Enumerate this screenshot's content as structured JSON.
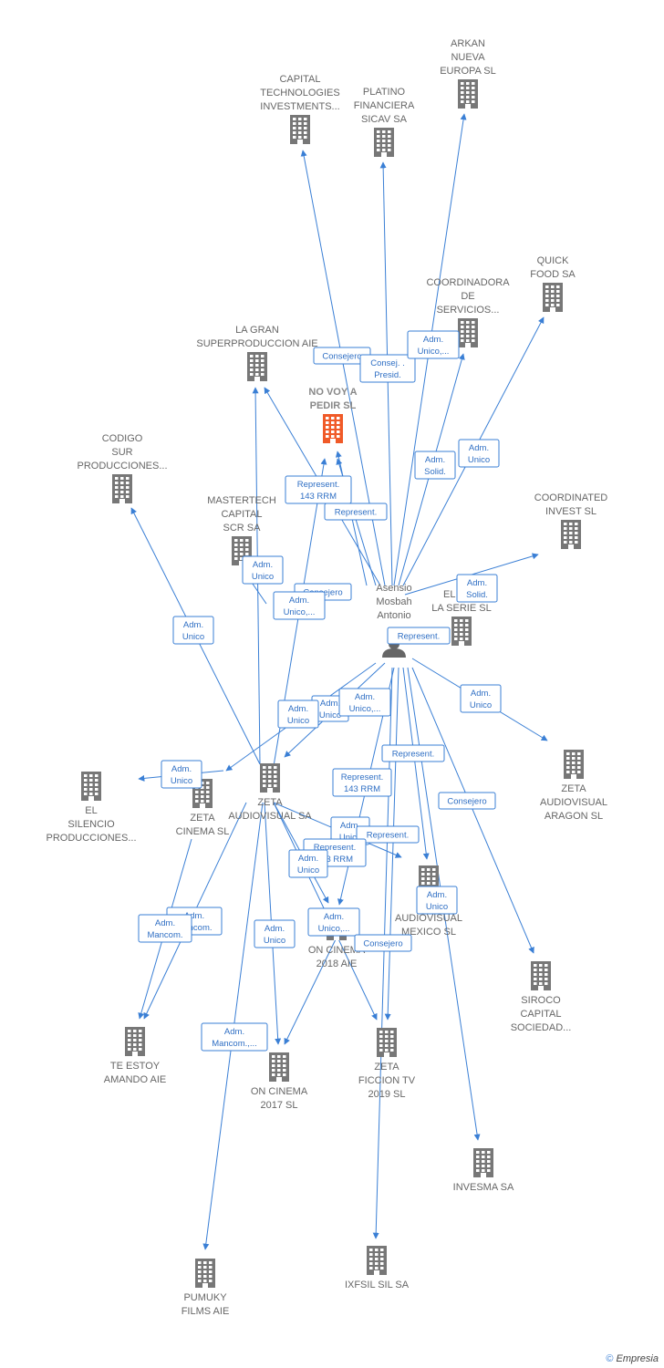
{
  "center": {
    "id": "asensio",
    "lines": [
      "Asensio",
      "Mosbah",
      "Antonio"
    ]
  },
  "companies": [
    {
      "id": "arkan",
      "lines": [
        "ARKAN",
        "NUEVA",
        "EUROPA  SL"
      ],
      "color": "#777777"
    },
    {
      "id": "capital",
      "lines": [
        "CAPITAL",
        "TECHNOLOGIES",
        "INVESTMENTS..."
      ],
      "color": "#777777"
    },
    {
      "id": "platino",
      "lines": [
        "PLATINO",
        "FINANCIERA",
        "SICAV SA"
      ],
      "color": "#777777"
    },
    {
      "id": "quick",
      "lines": [
        "QUICK",
        "FOOD SA"
      ],
      "color": "#777777"
    },
    {
      "id": "coord",
      "lines": [
        "COORDINADORA",
        "DE",
        "SERVICIOS..."
      ],
      "color": "#777777"
    },
    {
      "id": "lagran",
      "lines": [
        "LA GRAN",
        "SUPERPRODUCCION AIE"
      ],
      "color": "#777777"
    },
    {
      "id": "novoy",
      "lines": [
        "NO VOY A",
        "PEDIR  SL"
      ],
      "color": "#f05a28",
      "highlight": true
    },
    {
      "id": "codigo",
      "lines": [
        "CODIGO",
        "SUR",
        "PRODUCCIONES..."
      ],
      "color": "#777777"
    },
    {
      "id": "master",
      "lines": [
        "MASTERTECH",
        "CAPITAL",
        "SCR SA"
      ],
      "color": "#777777"
    },
    {
      "id": "coordinated",
      "lines": [
        "COORDINATED",
        "INVEST  SL"
      ],
      "color": "#777777"
    },
    {
      "id": "elverano",
      "lines": [
        "EL VE...",
        "LA SERIE  SL"
      ],
      "color": "#777777"
    },
    {
      "id": "zetaaragon",
      "lines": [
        "ZETA",
        "AUDIOVISUAL",
        "ARAGON SL"
      ],
      "color": "#777777"
    },
    {
      "id": "elsilencio",
      "lines": [
        "EL",
        "SILENCIO",
        "PRODUCCIONES..."
      ],
      "color": "#777777"
    },
    {
      "id": "zetacinema",
      "lines": [
        "ZETA",
        "CINEMA SL"
      ],
      "color": "#777777"
    },
    {
      "id": "zetaaudio",
      "lines": [
        "ZETA",
        "AUDIOVISUAL SA"
      ],
      "color": "#777777"
    },
    {
      "id": "zetamexico",
      "lines": [
        "ZETA",
        "AUDIOVISUAL",
        "MEXICO  SL"
      ],
      "color": "#777777"
    },
    {
      "id": "oncinema2018",
      "lines": [
        "ON CINEMA",
        "2018  AIE"
      ],
      "color": "#777777"
    },
    {
      "id": "siroco",
      "lines": [
        "SIROCO",
        "CAPITAL",
        "SOCIEDAD..."
      ],
      "color": "#777777"
    },
    {
      "id": "teestoy",
      "lines": [
        "TE ESTOY",
        "AMANDO AIE"
      ],
      "color": "#777777"
    },
    {
      "id": "oncinema2017",
      "lines": [
        "ON CINEMA",
        "2017  SL"
      ],
      "color": "#777777"
    },
    {
      "id": "zetaficcion",
      "lines": [
        "ZETA",
        "FICCION TV",
        "2019  SL"
      ],
      "color": "#777777"
    },
    {
      "id": "invesma",
      "lines": [
        "INVESMA SA"
      ],
      "color": "#777777"
    },
    {
      "id": "pumuky",
      "lines": [
        "PUMUKY",
        "FILMS AIE"
      ],
      "color": "#777777"
    },
    {
      "id": "ixfsil",
      "lines": [
        "IXFSIL SIL SA"
      ],
      "color": "#777777"
    }
  ],
  "relations": [
    {
      "id": "r1",
      "lines": [
        "Consejero"
      ]
    },
    {
      "id": "r2",
      "lines": [
        "Consej. .",
        "Presid."
      ]
    },
    {
      "id": "r3",
      "lines": [
        "Adm.",
        "Unico,..."
      ]
    },
    {
      "id": "r4",
      "lines": [
        "Adm.",
        "Solid."
      ]
    },
    {
      "id": "r5",
      "lines": [
        "Adm.",
        "Unico"
      ]
    },
    {
      "id": "r6",
      "lines": [
        "Represent.",
        "143 RRM"
      ]
    },
    {
      "id": "r7",
      "lines": [
        "Represent."
      ]
    },
    {
      "id": "r8",
      "lines": [
        "Adm.",
        "Unico"
      ]
    },
    {
      "id": "r9",
      "lines": [
        "Consejero"
      ]
    },
    {
      "id": "r10",
      "lines": [
        "Adm.",
        "Unico,..."
      ]
    },
    {
      "id": "r11",
      "lines": [
        "Adm.",
        "Solid."
      ]
    },
    {
      "id": "r12",
      "lines": [
        "Represent."
      ]
    },
    {
      "id": "r13",
      "lines": [
        "Adm.",
        "Unico"
      ]
    },
    {
      "id": "r14",
      "lines": [
        "Adm.",
        "Unico"
      ]
    },
    {
      "id": "r15",
      "lines": [
        "Adm.",
        "Unico"
      ]
    },
    {
      "id": "r16",
      "lines": [
        "Adm.",
        "Unico"
      ]
    },
    {
      "id": "r17",
      "lines": [
        "Adm.",
        "Unico,..."
      ]
    },
    {
      "id": "r18",
      "lines": [
        "Adm.",
        "Unico"
      ]
    },
    {
      "id": "r19",
      "lines": [
        "Represent."
      ]
    },
    {
      "id": "r20",
      "lines": [
        "Represent.",
        "143 RRM"
      ]
    },
    {
      "id": "r21",
      "lines": [
        "Consejero"
      ]
    },
    {
      "id": "r22",
      "lines": [
        "Adm.",
        "Unico"
      ]
    },
    {
      "id": "r23",
      "lines": [
        "Represent."
      ]
    },
    {
      "id": "r24",
      "lines": [
        "Represent.",
        "143 RRM"
      ]
    },
    {
      "id": "r25",
      "lines": [
        "Adm.",
        "Unico"
      ]
    },
    {
      "id": "r26",
      "lines": [
        "Adm.",
        "Unico"
      ]
    },
    {
      "id": "r27",
      "lines": [
        "Adm.",
        "Mancom."
      ]
    },
    {
      "id": "r28",
      "lines": [
        "Adm.",
        "Mancom."
      ]
    },
    {
      "id": "r29",
      "lines": [
        "Adm.",
        "Unico"
      ]
    },
    {
      "id": "r30",
      "lines": [
        "Adm.",
        "Unico,..."
      ]
    },
    {
      "id": "r31",
      "lines": [
        "Consejero"
      ]
    },
    {
      "id": "r32",
      "lines": [
        "Adm.",
        "Mancom.,..."
      ]
    }
  ],
  "footer": {
    "copyright": "©",
    "brand": "Empresia"
  }
}
